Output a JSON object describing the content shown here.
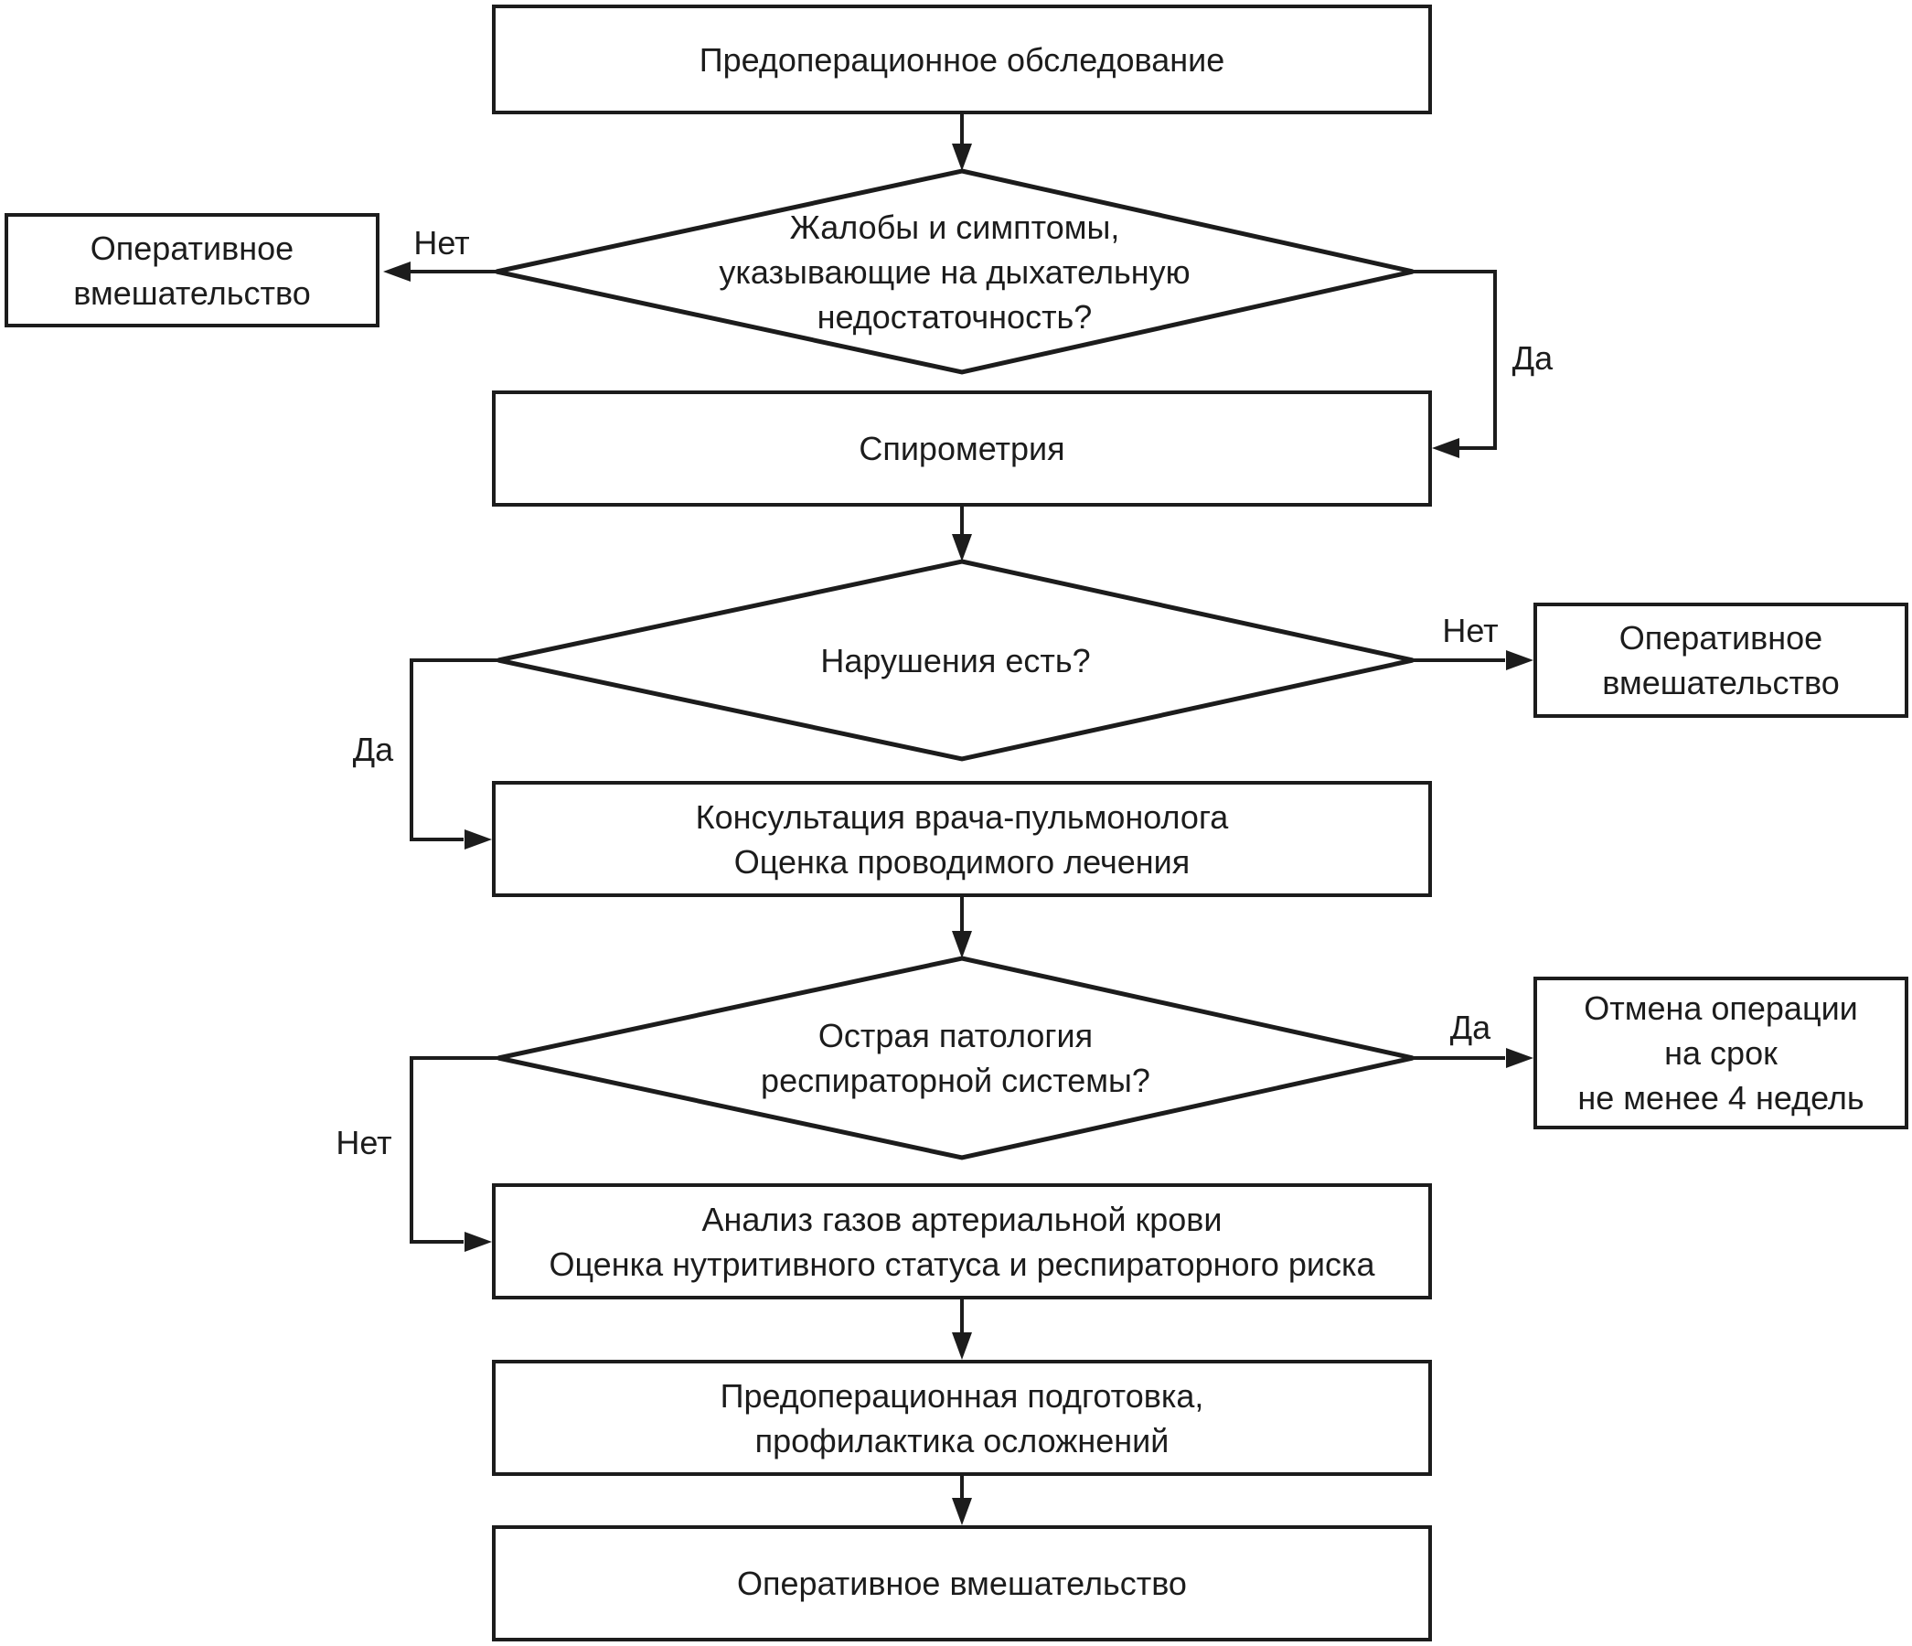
{
  "figure": {
    "title": "Предоперационное обследование — алгоритм",
    "background_color": "#ffffff",
    "line_color": "#1c1c1c",
    "text_color": "#1c1c1c"
  },
  "nodes": {
    "preop": {
      "type": "process",
      "lines": [
        "Предоперационное обследование"
      ]
    },
    "d1": {
      "type": "decision",
      "lines": [
        "Жалобы и симптомы,",
        "указывающие на дыхательную",
        "недостаточность?"
      ]
    },
    "surgery_left": {
      "type": "process",
      "lines": [
        "Оперативное",
        "вмешательство"
      ]
    },
    "spirometry": {
      "type": "process",
      "lines": [
        "Спирометрия"
      ]
    },
    "d2": {
      "type": "decision",
      "lines": [
        "Нарушения есть?"
      ]
    },
    "surgery_right": {
      "type": "process",
      "lines": [
        "Оперативное",
        "вмешательство"
      ]
    },
    "consult": {
      "type": "process",
      "lines": [
        "Консультация врача-пульмонолога",
        "Оценка проводимого лечения"
      ]
    },
    "d3": {
      "type": "decision",
      "lines": [
        "Острая патология",
        "респираторной системы?"
      ]
    },
    "cancel": {
      "type": "process",
      "lines": [
        "Отмена операции",
        "на срок",
        "не менее 4 недель"
      ]
    },
    "analysis": {
      "type": "process",
      "lines": [
        "Анализ газов артериальной крови",
        "Оценка нутритивного статуса и респираторного риска"
      ]
    },
    "prep": {
      "type": "process",
      "lines": [
        "Предоперационная подготовка,",
        "профилактика осложнений"
      ]
    },
    "surgery_final": {
      "type": "process",
      "lines": [
        "Оперативное вмешательство"
      ]
    }
  },
  "edges": [
    {
      "from": "preop",
      "to": "d1",
      "label": ""
    },
    {
      "from": "d1",
      "to": "surgery_left",
      "label": "Нет"
    },
    {
      "from": "d1",
      "to": "spirometry",
      "label": "Да"
    },
    {
      "from": "spirometry",
      "to": "d2",
      "label": ""
    },
    {
      "from": "d2",
      "to": "surgery_right",
      "label": "Нет"
    },
    {
      "from": "d2",
      "to": "consult",
      "label": "Да"
    },
    {
      "from": "consult",
      "to": "d3",
      "label": ""
    },
    {
      "from": "d3",
      "to": "cancel",
      "label": "Да"
    },
    {
      "from": "d3",
      "to": "analysis",
      "label": "Нет"
    },
    {
      "from": "analysis",
      "to": "prep",
      "label": ""
    },
    {
      "from": "prep",
      "to": "surgery_final",
      "label": ""
    }
  ]
}
